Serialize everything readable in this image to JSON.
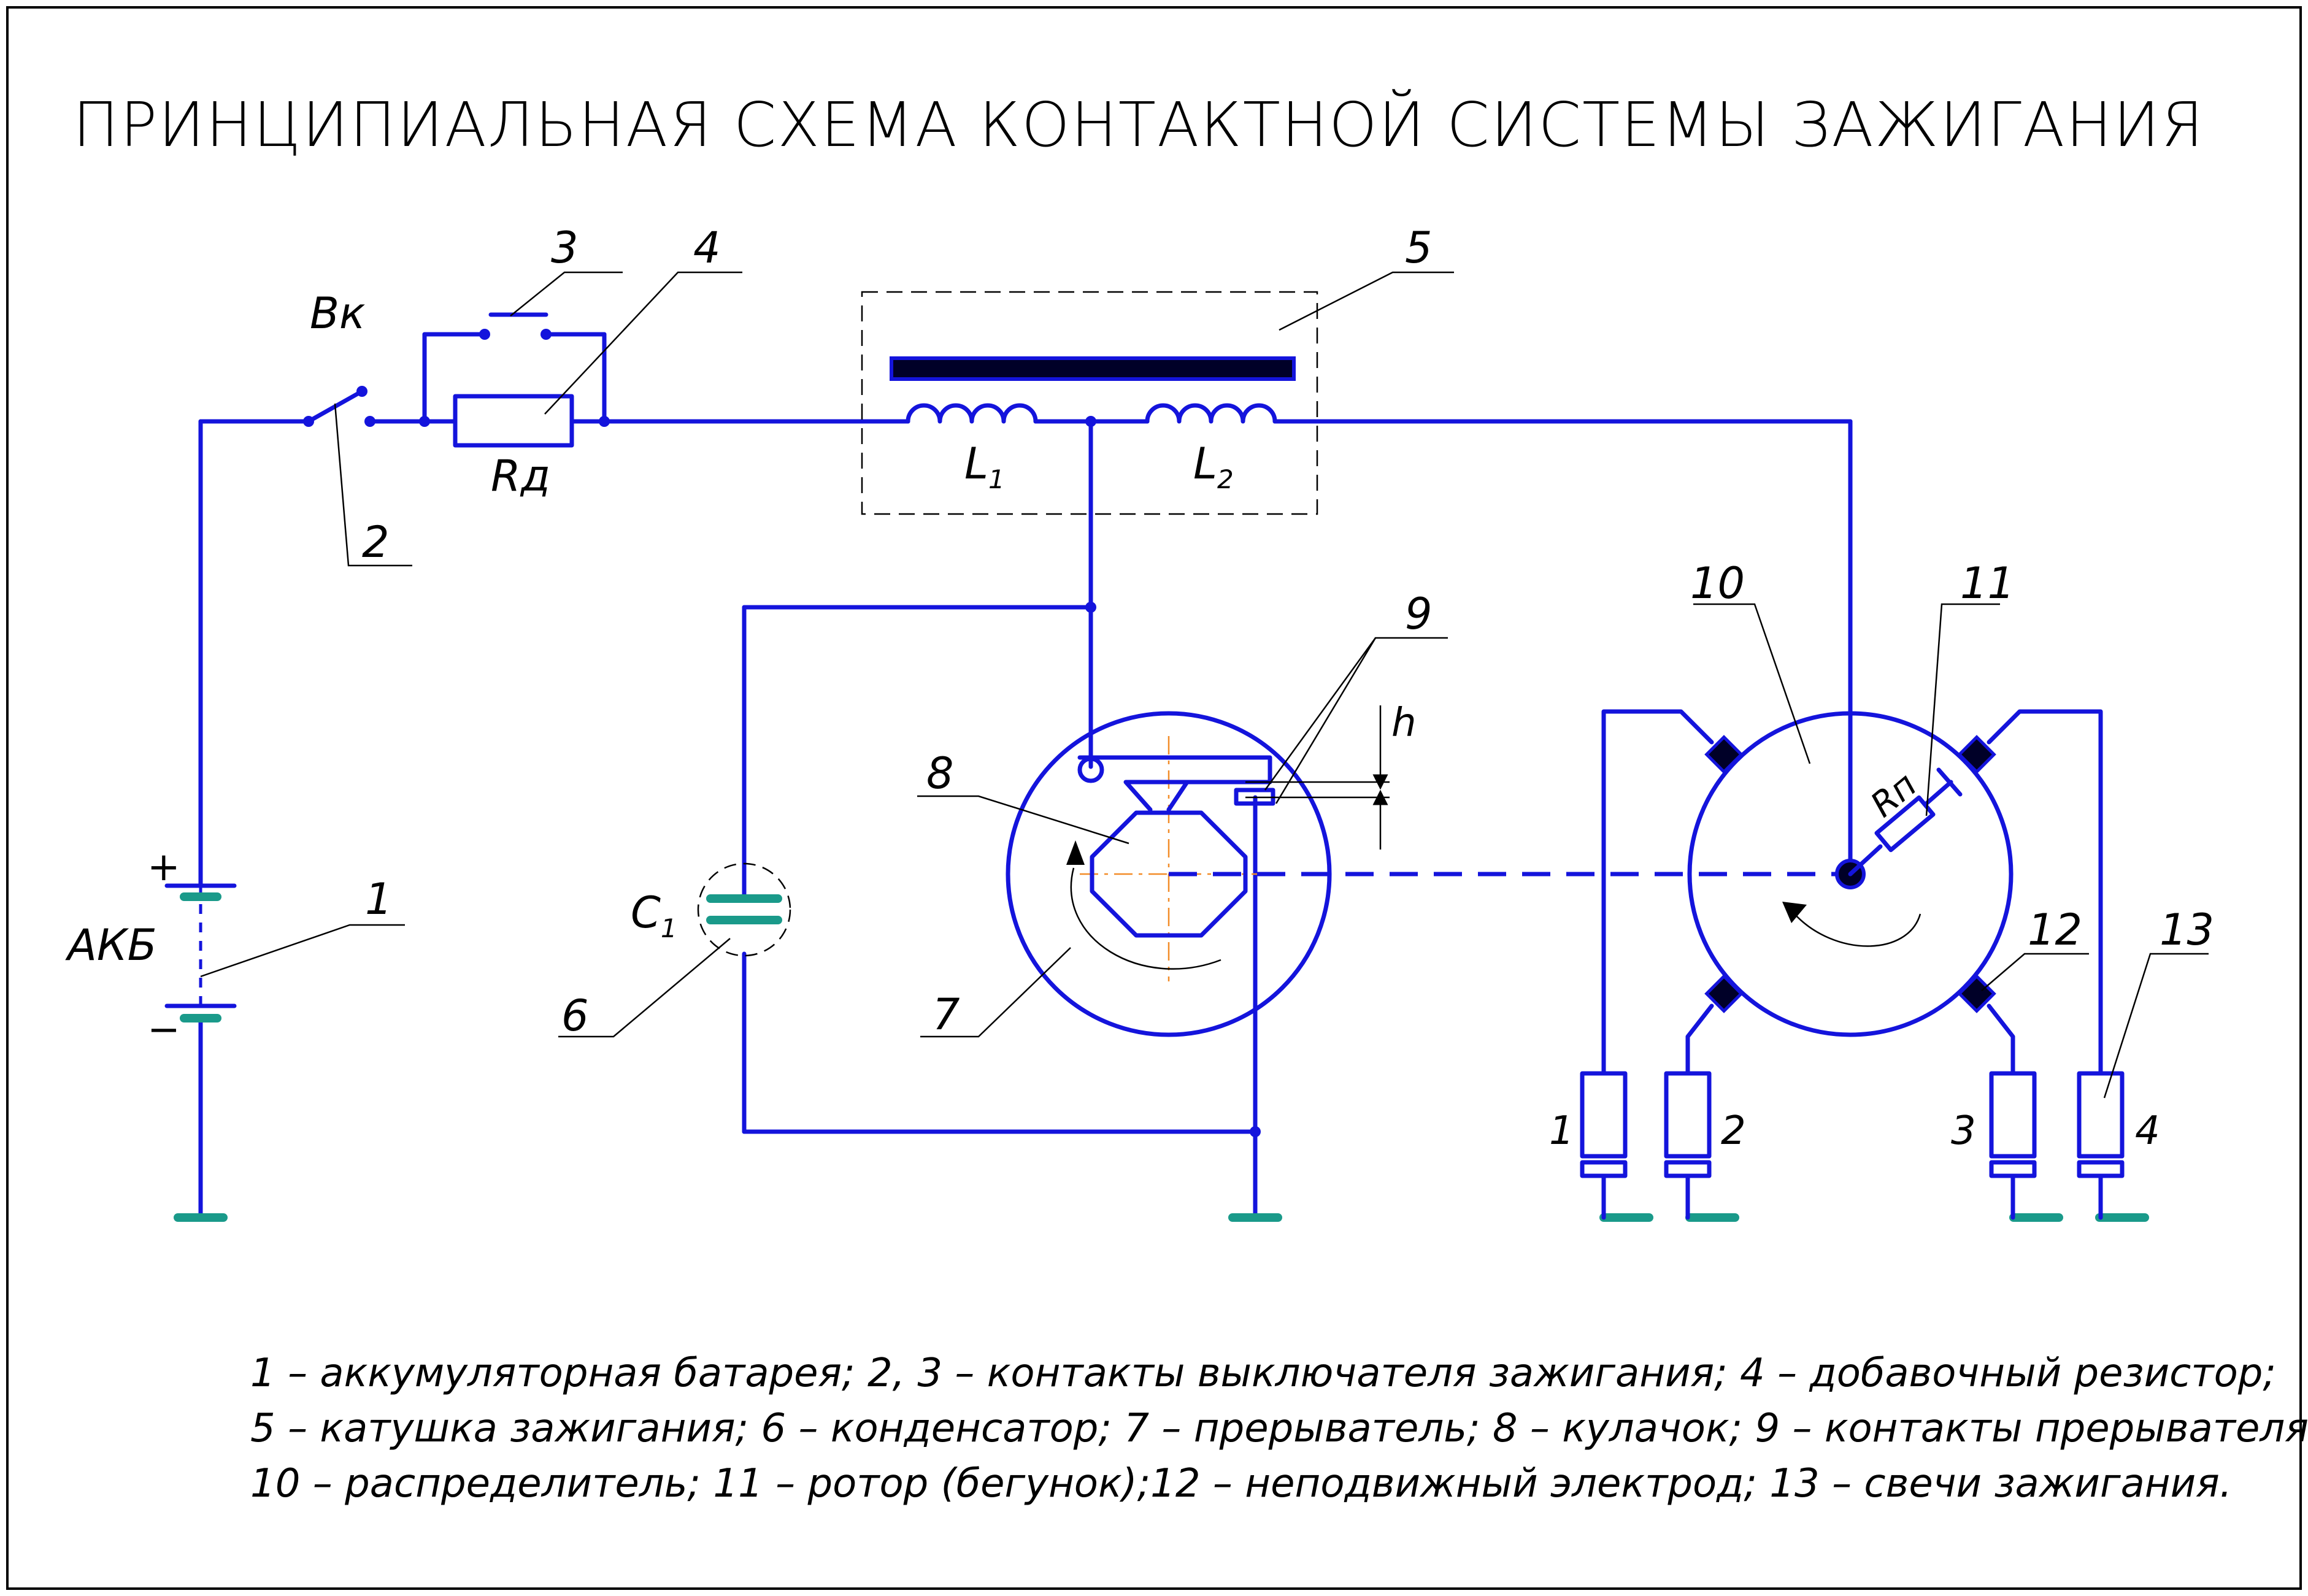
{
  "title": "ПРИНЦИПИАЛЬНАЯ СХЕМА КОНТАКТНОЙ СИСТЕМЫ ЗАЖИГАНИЯ",
  "labels": {
    "battery": "АКБ",
    "plus": "+",
    "minus": "−",
    "switch": "Вк",
    "resistor": "Rд",
    "coil_l1": "L",
    "coil_l1_sub": "1",
    "coil_l2": "L",
    "coil_l2_sub": "2",
    "capacitor": "C",
    "capacitor_sub": "1",
    "gap": "h",
    "rotor_resistor": "Rп"
  },
  "callouts": [
    "1",
    "2",
    "3",
    "4",
    "5",
    "6",
    "7",
    "8",
    "9",
    "10",
    "11",
    "12",
    "13"
  ],
  "plugs": [
    "1",
    "2",
    "3",
    "4"
  ],
  "legend": [
    "1 – аккумуляторная батарея; 2, 3 – контакты выключателя зажигания; 4 – добавочный резистор;",
    "5 – катушка зажигания; 6 – конденсатор; 7 – прерыватель; 8 – кулачок; 9 – контакты прерывателя;",
    "10 – распределитель; 11 – ротор (бегунок);12 – неподвижный электрод; 13 – свечи зажигания."
  ],
  "colors": {
    "wire": "#1414dc",
    "ground": "#1a9a8a",
    "axis": "#f28c28",
    "ink": "#000000"
  }
}
